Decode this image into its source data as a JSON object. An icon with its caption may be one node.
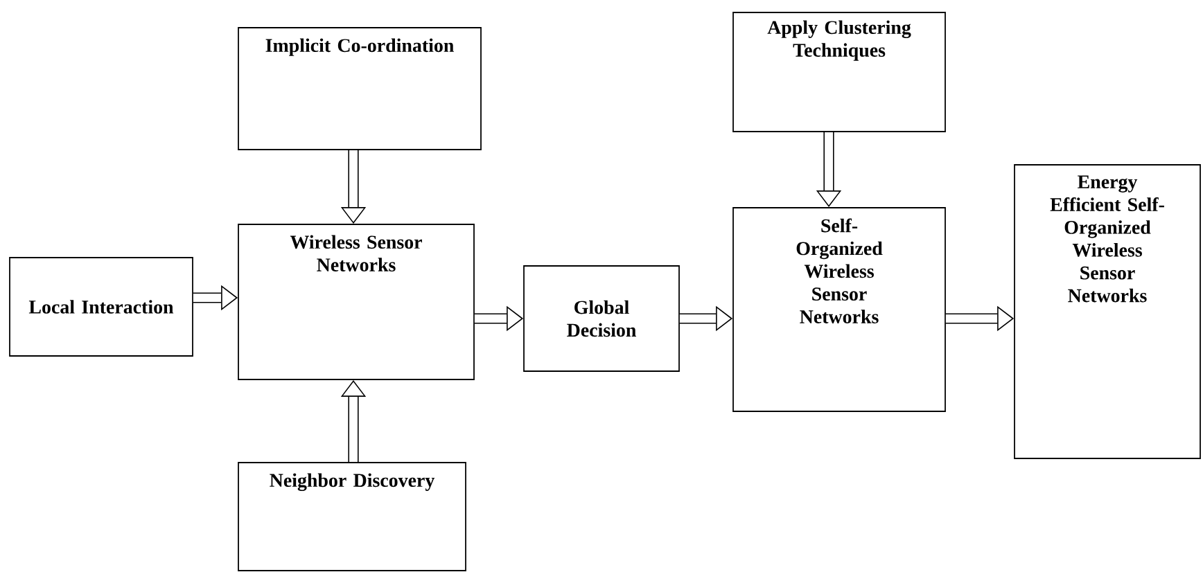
{
  "diagram": {
    "nodes": [
      {
        "text": [
          "Local Interaction"
        ]
      },
      {
        "text": [
          "Implicit Co-ordination"
        ]
      },
      {
        "text": [
          "Wireless Sensor Networks"
        ]
      },
      {
        "text": [
          "Neighbor Discovery"
        ]
      },
      {
        "text": [
          "Global Decision"
        ]
      },
      {
        "text": [
          "Apply Clustering Techniques"
        ]
      },
      {
        "text": [
          "Self- Organized Wireless Sensor Networks"
        ]
      },
      {
        "text": [
          "Energy Efficient Self- Organized Wireless Sensor Networks"
        ]
      }
    ],
    "edges": [
      {
        "from": 0,
        "to": 2,
        "arrow": "to"
      },
      {
        "from": 1,
        "to": 2,
        "arrow": "to"
      },
      {
        "from": 3,
        "to": 2,
        "arrow": "to"
      },
      {
        "from": 2,
        "to": 4,
        "arrow": "to"
      },
      {
        "from": 4,
        "to": 6,
        "arrow": "to"
      },
      {
        "from": 5,
        "to": 6,
        "arrow": "to"
      },
      {
        "from": 6,
        "to": 7,
        "arrow": "to"
      }
    ]
  }
}
